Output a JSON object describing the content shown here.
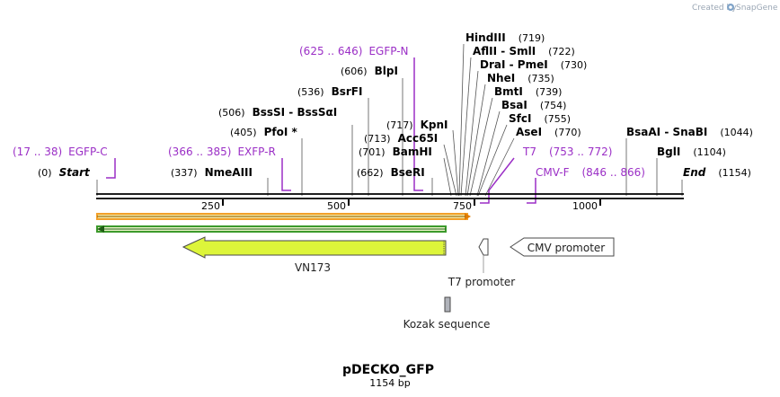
{
  "watermark": "Created by",
  "brand": "SnapGene",
  "map_title": "pDECKO_GFP",
  "map_length": "1154 bp",
  "axis_ticks": [
    {
      "pos": 250,
      "label": "250"
    },
    {
      "pos": 500,
      "label": "500"
    },
    {
      "pos": 750,
      "label": "750"
    },
    {
      "pos": 1000,
      "label": "1000"
    }
  ],
  "enzymes": [
    {
      "name": "Start",
      "pos": "(0)",
      "italic": true
    },
    {
      "name": "NmeAIII",
      "pos": "(337)"
    },
    {
      "name": "PfoI *",
      "pos": "(405)"
    },
    {
      "name": "BssSI  - BssSαI",
      "pos": "(506)"
    },
    {
      "name": "BsrFI",
      "pos": "(536)"
    },
    {
      "name": "BlpI",
      "pos": "(606)"
    },
    {
      "name": "BseRI",
      "pos": "(662)"
    },
    {
      "name": "BamHI",
      "pos": "(701)"
    },
    {
      "name": "Acc65I",
      "pos": "(713)"
    },
    {
      "name": "KpnI",
      "pos": "(717)"
    },
    {
      "name": "HindIII",
      "pos": "(719)"
    },
    {
      "name": "AflII  - SmlI",
      "pos": "(722)"
    },
    {
      "name": "DraI  - PmeI",
      "pos": "(730)"
    },
    {
      "name": "NheI",
      "pos": "(735)"
    },
    {
      "name": "BmtI",
      "pos": "(739)"
    },
    {
      "name": "BsaI",
      "pos": "(754)"
    },
    {
      "name": "SfcI",
      "pos": "(755)"
    },
    {
      "name": "AseI",
      "pos": "(770)"
    },
    {
      "name": "BsaAI  - SnaBI",
      "pos": "(1044)"
    },
    {
      "name": "BglI",
      "pos": "(1104)"
    },
    {
      "name": "End",
      "pos": "(1154)",
      "italic": true
    }
  ],
  "primers": [
    {
      "name": "EGFP-C",
      "range": "(17 .. 38)"
    },
    {
      "name": "EXFP-R",
      "range": "(366 .. 385)"
    },
    {
      "name": "EGFP-N",
      "range": "(625 .. 646)"
    },
    {
      "name": "T7",
      "range": "(753 .. 772)"
    },
    {
      "name": "CMV-F",
      "range": "(846 .. 866)"
    }
  ],
  "features": [
    {
      "name": "VN173",
      "type": "CDS",
      "color": "#ddf53a",
      "direction": "reverse"
    },
    {
      "name": "T7 promoter",
      "type": "promoter",
      "color": "#ffffff",
      "direction": "reverse"
    },
    {
      "name": "CMV promoter",
      "type": "promoter",
      "color": "#ffffff",
      "direction": "reverse"
    },
    {
      "name": "Kozak sequence",
      "type": "misc_feature",
      "color": "#b0b3ba"
    }
  ],
  "colors": {
    "primer": "#9b2fc6",
    "orf_orange": "#f2a02a",
    "orf_fill": "#f4e6a0",
    "orf_green": "#3c9a2c",
    "cds": "#ddf53a"
  }
}
